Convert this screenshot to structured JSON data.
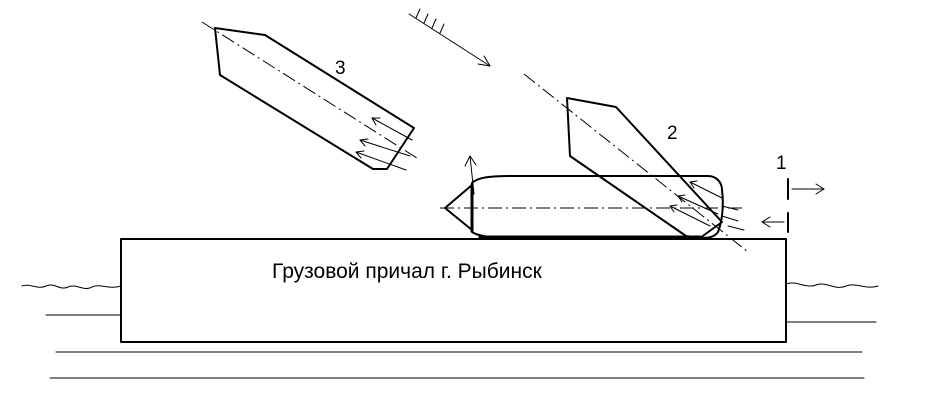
{
  "pier": {
    "label": "Грузовой причал г. Рыбинск"
  },
  "positions": {
    "p1": "1",
    "p2": "2",
    "p3": "3"
  },
  "icons": {
    "wind": "hatched-arrow",
    "direction": "arrow"
  }
}
